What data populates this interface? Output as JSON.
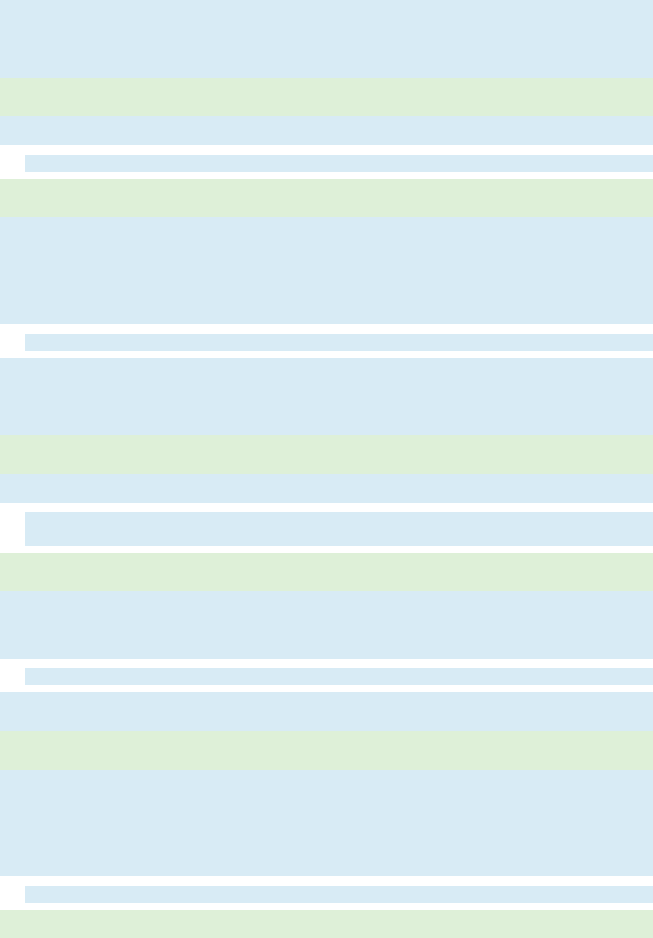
{
  "colors": {
    "info_band": "#d8ebf5",
    "success_band": "#def0d8",
    "background": "#ffffff"
  },
  "bands": [
    {
      "type": "info",
      "label": ""
    },
    {
      "type": "success",
      "label": ""
    },
    {
      "type": "info",
      "label": ""
    },
    {
      "type": "info-indented",
      "label": ""
    },
    {
      "type": "success",
      "label": ""
    },
    {
      "type": "info",
      "label": ""
    },
    {
      "type": "info-indented",
      "label": ""
    },
    {
      "type": "info",
      "label": ""
    },
    {
      "type": "success",
      "label": ""
    },
    {
      "type": "info",
      "label": ""
    },
    {
      "type": "info-indented",
      "label": ""
    },
    {
      "type": "success",
      "label": ""
    },
    {
      "type": "info",
      "label": ""
    },
    {
      "type": "info-indented",
      "label": ""
    },
    {
      "type": "info",
      "label": ""
    },
    {
      "type": "success",
      "label": ""
    },
    {
      "type": "info",
      "label": ""
    },
    {
      "type": "info-indented",
      "label": ""
    },
    {
      "type": "success",
      "label": ""
    }
  ]
}
